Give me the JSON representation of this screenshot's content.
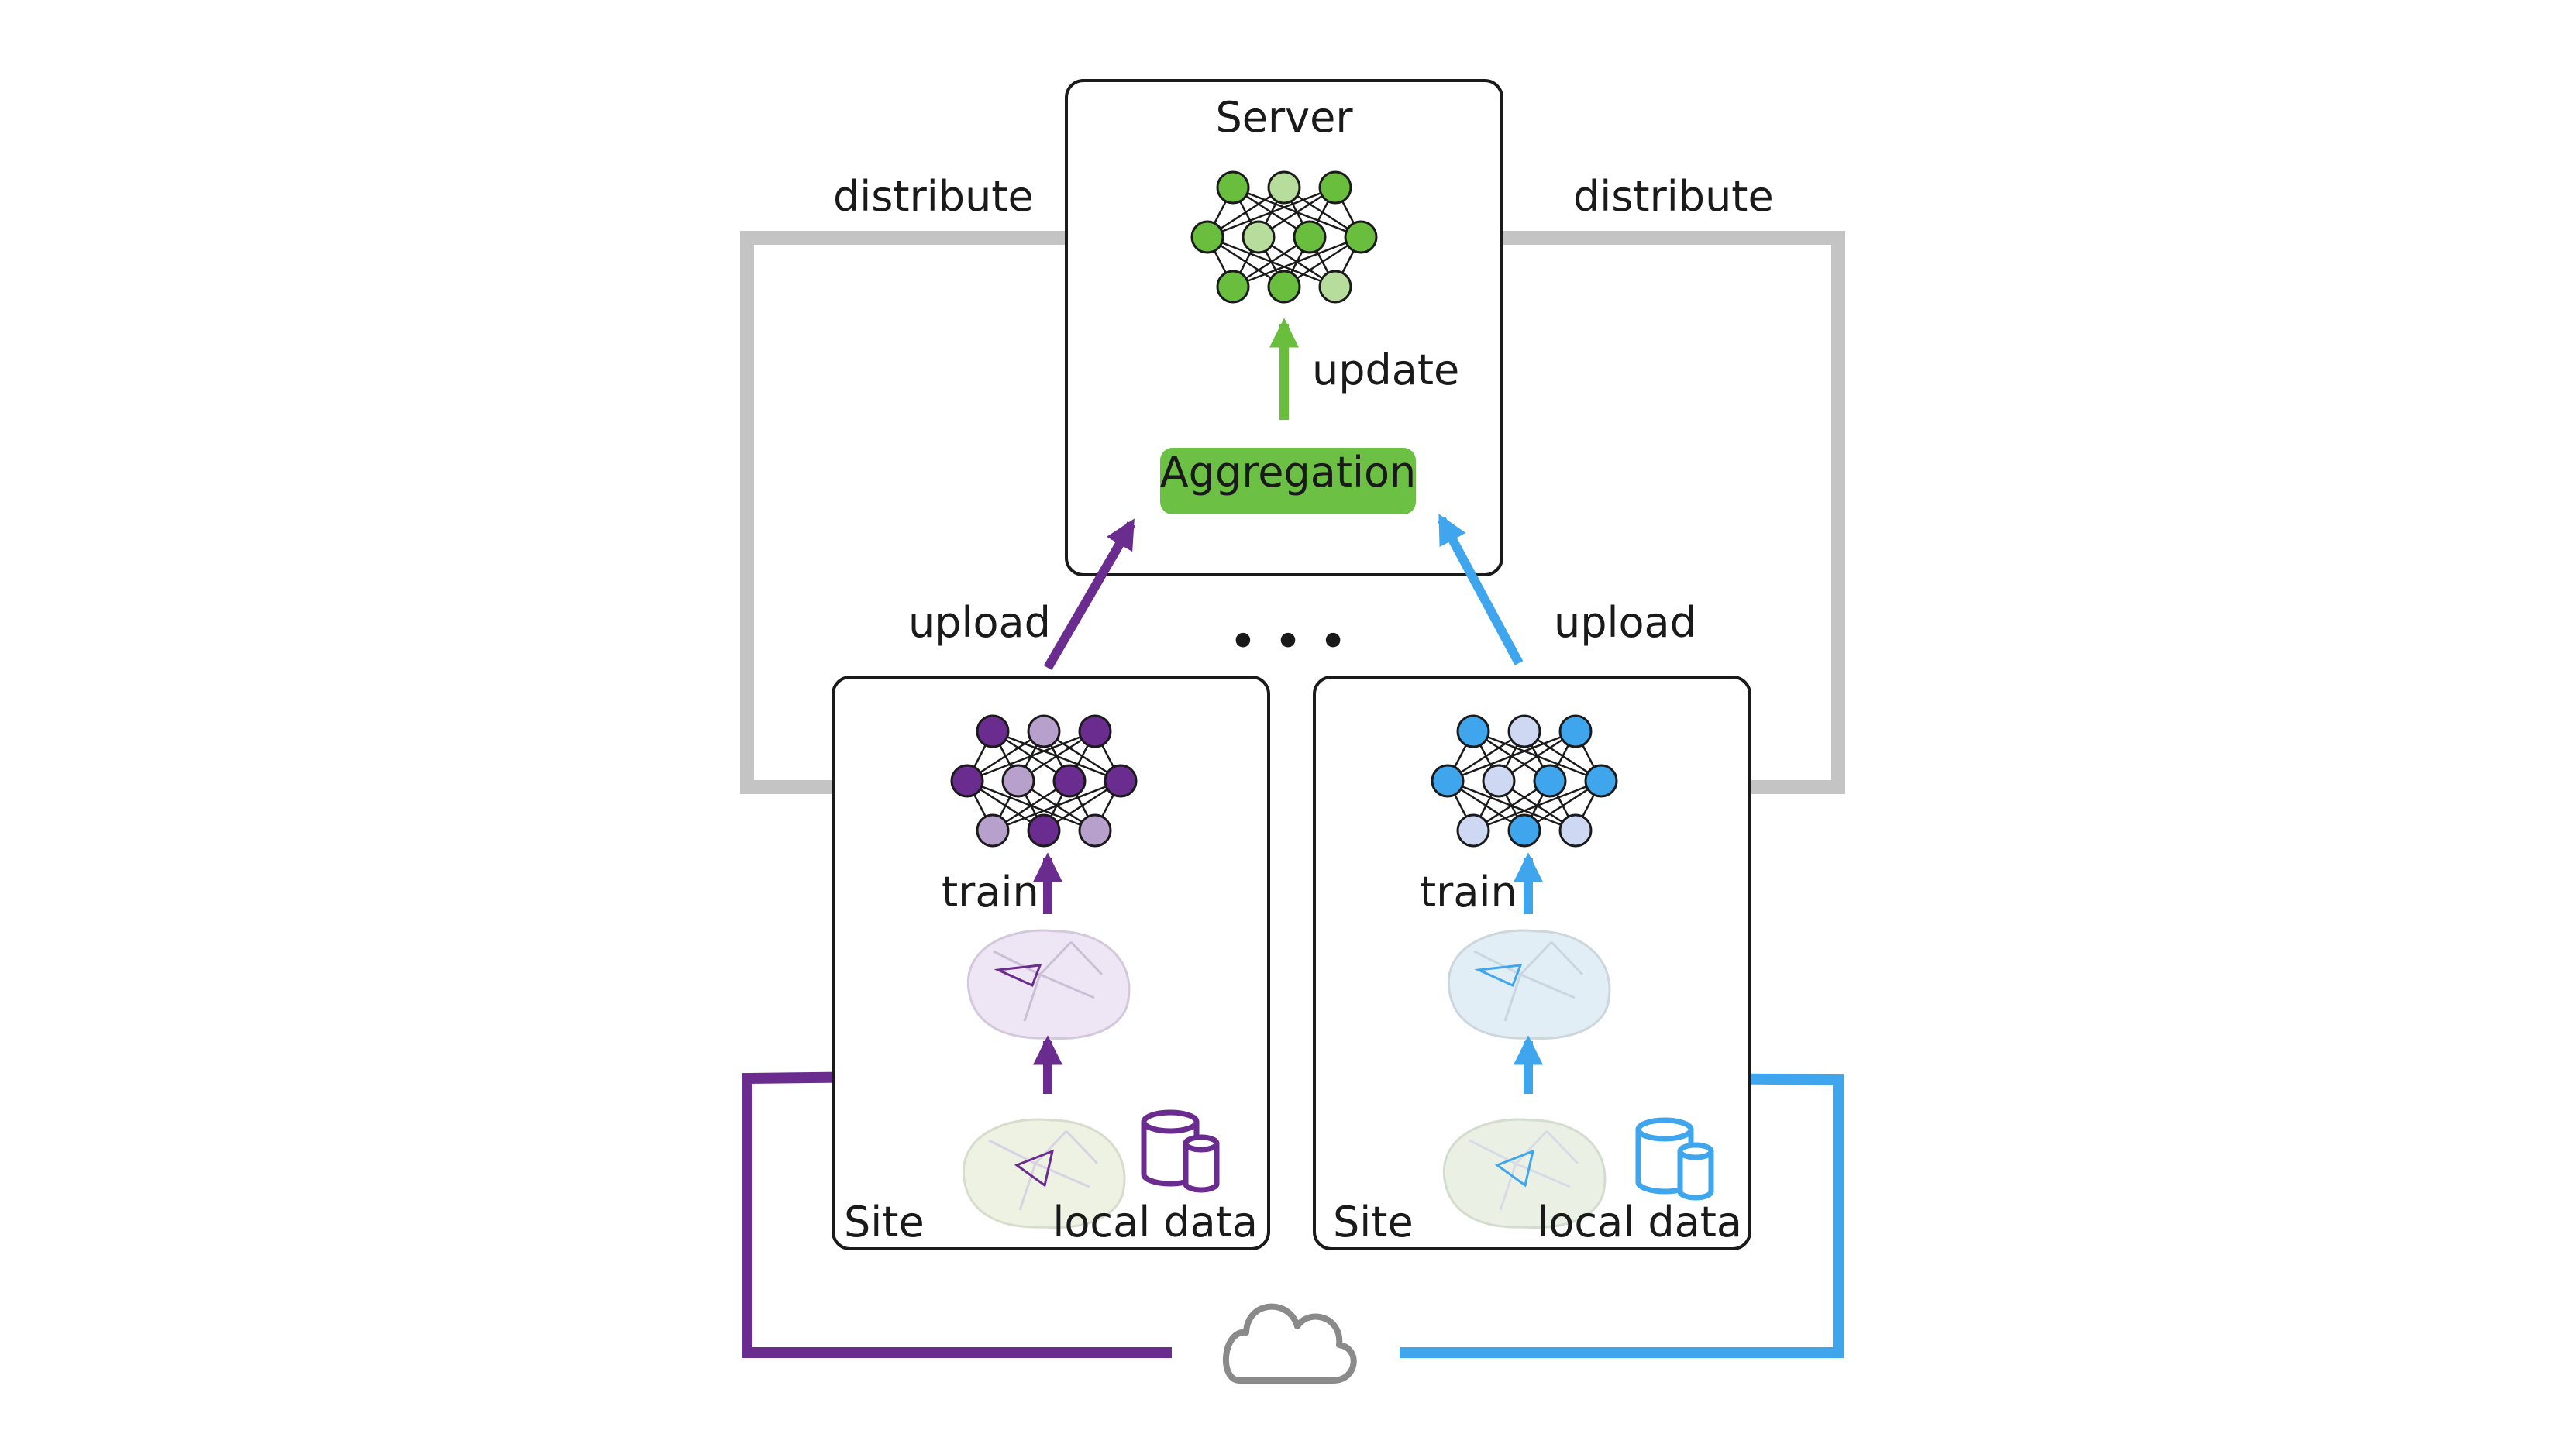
{
  "server": {
    "title": "Server",
    "update_label": "update",
    "aggregation_label": "Aggregation"
  },
  "flows": {
    "distribute_left": "distribute",
    "distribute_right": "distribute",
    "upload_left": "upload",
    "upload_right": "upload",
    "ellipsis": "• • •"
  },
  "sites": [
    {
      "label": "Site",
      "train_label": "train",
      "data_label": "local data",
      "color": "#6a2c8e",
      "light": "#b8a0cc"
    },
    {
      "label": "Site",
      "train_label": "train",
      "data_label": "local data",
      "color": "#3fa6ee",
      "light": "#cfd8f2"
    }
  ],
  "colors": {
    "server_dark": "#69bf3d",
    "server_light": "#b7dd9c",
    "distribute": "#c4c4c4",
    "cloud": "#8a8a8a",
    "aggregation_fill": "#6cc144"
  },
  "icons": {
    "cloud": "cloud-icon",
    "database": "database-icon",
    "brain": "brain-icon",
    "network": "neural-network-icon"
  }
}
